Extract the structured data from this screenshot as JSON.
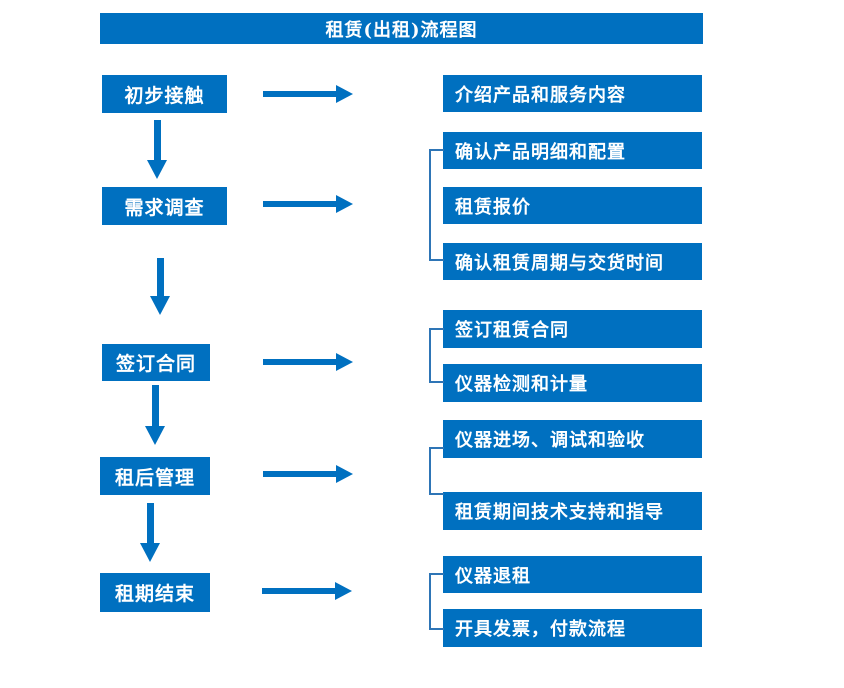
{
  "title": "租赁(出租)流程图",
  "colors": {
    "primary": "#0070C0",
    "bracket": "#2E75B6",
    "text": "#FFFFFF",
    "background": "#FFFFFF"
  },
  "flow": {
    "steps": [
      {
        "label": "初步接触",
        "details": [
          "介绍产品和服务内容"
        ]
      },
      {
        "label": "需求调查",
        "details": [
          "确认产品明细和配置",
          "租赁报价",
          "确认租赁周期与交货时间"
        ]
      },
      {
        "label": "签订合同",
        "details": [
          "签订租赁合同",
          "仪器检测和计量"
        ]
      },
      {
        "label": "租后管理",
        "details": [
          "仪器进场、调试和验收",
          "租赁期间技术支持和指导"
        ]
      },
      {
        "label": "租期结束",
        "details": [
          "仪器退租",
          "开具发票，付款流程"
        ]
      }
    ]
  }
}
